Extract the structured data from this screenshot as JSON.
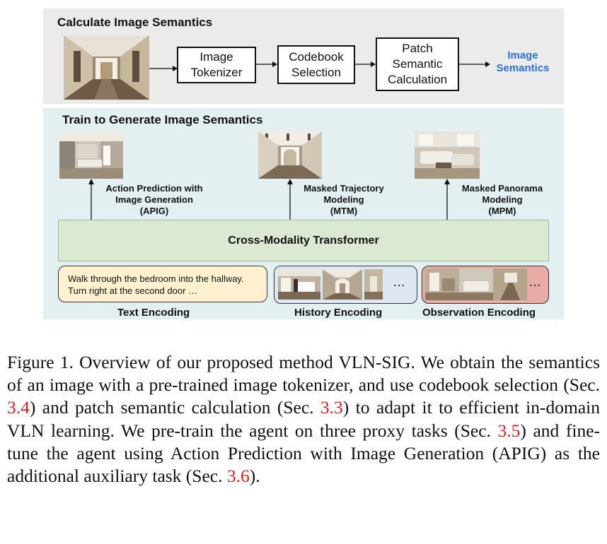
{
  "top_panel": {
    "title": "Calculate Image Semantics",
    "steps": [
      "Image\nTokenizer",
      "Codebook\nSelection",
      "Patch\nSemantic\nCalculation"
    ],
    "output": "Image\nSemantics",
    "output_color": "#2f6fd6"
  },
  "bottom_panel": {
    "title": "Train to Generate Image Semantics",
    "tasks": [
      {
        "label": "Action Prediction with\nImage Generation\n(APIG)"
      },
      {
        "label": "Masked Trajectory\nModeling\n(MTM)"
      },
      {
        "label": "Masked Panorama\nModeling\n(MPM)"
      }
    ],
    "transformer": "Cross-Modality Transformer",
    "text_encoding": {
      "content": "Walk through the bedroom into the hallway.\nTurn right at the second door …",
      "label": "Text Encoding",
      "color": "#fdf1cf"
    },
    "history_encoding": {
      "ellipsis": "…",
      "label": "History Encoding",
      "color": "#dde8f2"
    },
    "observation_encoding": {
      "ellipsis": "…",
      "label": "Observation Encoding",
      "color": "#e8aba5"
    }
  },
  "caption": {
    "prefix": "Figure 1. Overview of our proposed method VLN-SIG. We obtain the semantics of an image with a pre-trained image tokenizer, and use codebook selection (Sec. ",
    "ref1": "3.4",
    "mid1": ") and patch semantic calculation (Sec. ",
    "ref2": "3.3",
    "mid2": ") to adapt it to efficient in-domain VLN learning. We pre-train the agent on three proxy tasks (Sec. ",
    "ref3": "3.5",
    "mid3": ") and fine-tune the agent using Action Prediction with Image Generation (APIG) as the additional auxiliary task (Sec. ",
    "ref4": "3.6",
    "suffix": ").",
    "ref_color": "#e02020"
  }
}
